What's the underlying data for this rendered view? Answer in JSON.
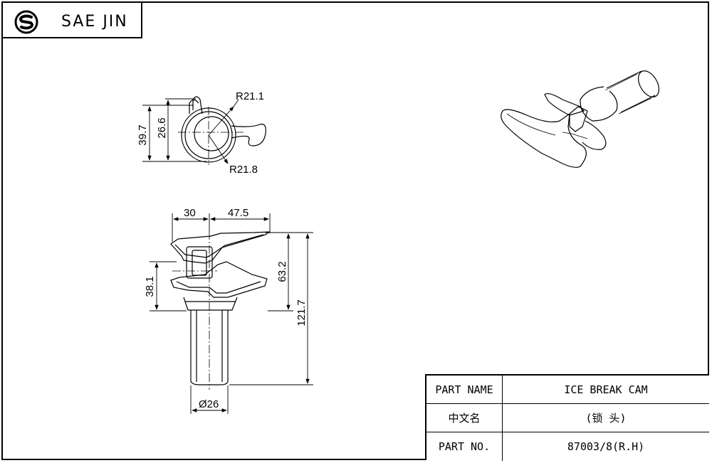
{
  "header": {
    "company_name": "SAE JIN",
    "logo_icon": "sae-jin-logo-icon"
  },
  "top_view": {
    "dims": {
      "r_upper": "R21.1",
      "r_lower": "R21.8",
      "height_inner": "26.6",
      "height_outer": "39.7"
    }
  },
  "front_view": {
    "dims": {
      "width_left": "30",
      "width_right": "47.5",
      "height_lower_left": "38.1",
      "height_upper_right": "63.2",
      "height_total": "121.7",
      "diameter_shank": "Ø26"
    }
  },
  "title_block": {
    "rows": [
      {
        "label": "PART NAME",
        "value": "ICE BREAK CAM"
      },
      {
        "label": "中文名",
        "value": "(锁   头)"
      },
      {
        "label": "PART NO.",
        "value": "87003/8(R.H)"
      }
    ]
  }
}
